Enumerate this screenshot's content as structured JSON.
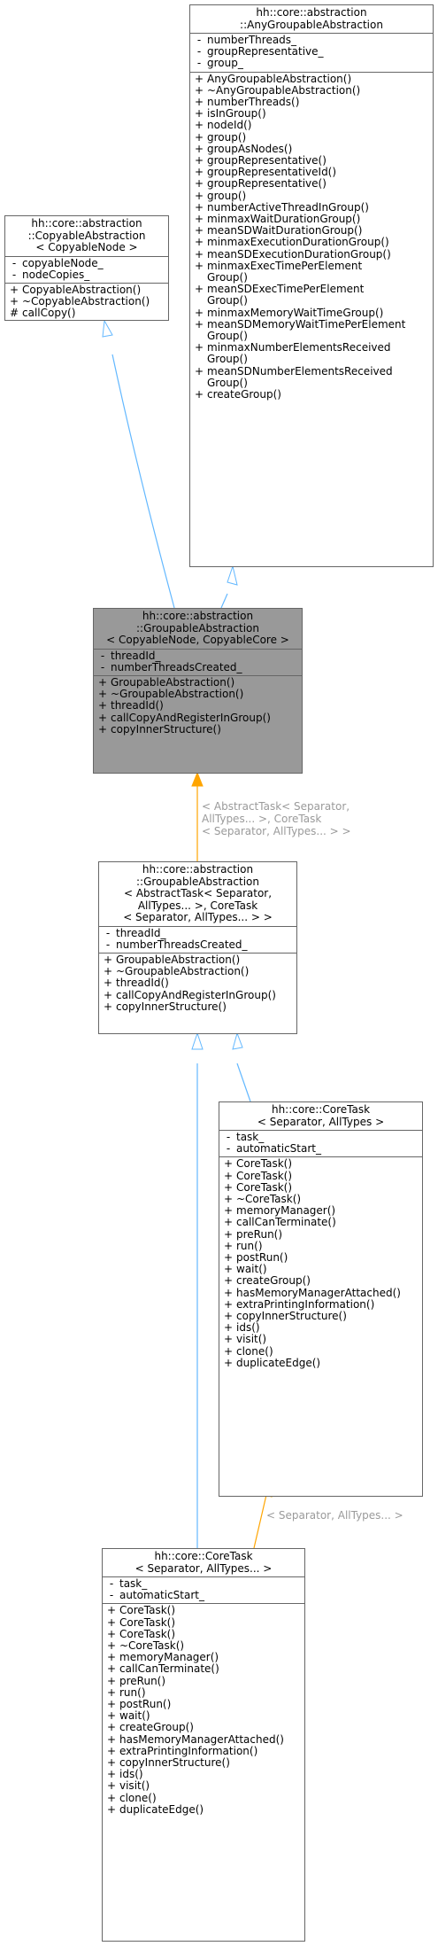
{
  "colors": {
    "inheritance_edge": "#63b8ff",
    "template_edge": "#ffa500",
    "box_border": "#666666",
    "highlight_fill": "#999999",
    "edge_label": "#9a9a9a"
  },
  "nodes": {
    "any_groupable": {
      "title": "hh::core::abstraction\n::AnyGroupableAbstraction",
      "attributes": [
        {
          "v": "-",
          "n": "numberThreads_"
        },
        {
          "v": "-",
          "n": "groupRepresentative_"
        },
        {
          "v": "-",
          "n": "group_"
        }
      ],
      "methods": [
        {
          "v": "+",
          "n": "AnyGroupableAbstraction()"
        },
        {
          "v": "+",
          "n": "~AnyGroupableAbstraction()"
        },
        {
          "v": "+",
          "n": "numberThreads()"
        },
        {
          "v": "+",
          "n": "isInGroup()"
        },
        {
          "v": "+",
          "n": "nodeId()"
        },
        {
          "v": "+",
          "n": "group()"
        },
        {
          "v": "+",
          "n": "groupAsNodes()"
        },
        {
          "v": "+",
          "n": "groupRepresentative()"
        },
        {
          "v": "+",
          "n": "groupRepresentativeId()"
        },
        {
          "v": "+",
          "n": "groupRepresentative()"
        },
        {
          "v": "+",
          "n": "group()"
        },
        {
          "v": "+",
          "n": "numberActiveThreadInGroup()"
        },
        {
          "v": "+",
          "n": "minmaxWaitDurationGroup()"
        },
        {
          "v": "+",
          "n": "meanSDWaitDurationGroup()"
        },
        {
          "v": "+",
          "n": "minmaxExecutionDurationGroup()"
        },
        {
          "v": "+",
          "n": "meanSDExecutionDurationGroup()"
        },
        {
          "v": "+",
          "n": "minmaxExecTimePerElement\nGroup()"
        },
        {
          "v": "+",
          "n": "meanSDExecTimePerElement\nGroup()"
        },
        {
          "v": "+",
          "n": "minmaxMemoryWaitTimeGroup()"
        },
        {
          "v": "+",
          "n": "meanSDMemoryWaitTimePerElement\nGroup()"
        },
        {
          "v": "+",
          "n": "minmaxNumberElementsReceived\nGroup()"
        },
        {
          "v": "+",
          "n": "meanSDNumberElementsReceived\nGroup()"
        },
        {
          "v": "+",
          "n": "createGroup()"
        }
      ]
    },
    "copyable": {
      "title": "hh::core::abstraction\n::CopyableAbstraction\n< CopyableNode >",
      "attributes": [
        {
          "v": "-",
          "n": "copyableNode_"
        },
        {
          "v": "-",
          "n": "nodeCopies_"
        }
      ],
      "methods": [
        {
          "v": "+",
          "n": "CopyableAbstraction()"
        },
        {
          "v": "+",
          "n": "~CopyableAbstraction()"
        },
        {
          "v": "#",
          "n": "callCopy()"
        }
      ]
    },
    "groupable_main": {
      "title": "hh::core::abstraction\n::GroupableAbstraction\n< CopyableNode, CopyableCore >",
      "attributes": [
        {
          "v": "-",
          "n": "threadId_"
        },
        {
          "v": "-",
          "n": "numberThreadsCreated_"
        }
      ],
      "methods": [
        {
          "v": "+",
          "n": "GroupableAbstraction()"
        },
        {
          "v": "+",
          "n": "~GroupableAbstraction()"
        },
        {
          "v": "+",
          "n": "threadId()"
        },
        {
          "v": "+",
          "n": "callCopyAndRegisterInGroup()"
        },
        {
          "v": "+",
          "n": "copyInnerStructure()"
        }
      ]
    },
    "groupable_inst": {
      "title": "hh::core::abstraction\n::GroupableAbstraction\n< AbstractTask< Separator,\n AllTypes... >, CoreTask\n< Separator, AllTypes... > >",
      "attributes": [
        {
          "v": "-",
          "n": "threadId_"
        },
        {
          "v": "-",
          "n": "numberThreadsCreated_"
        }
      ],
      "methods": [
        {
          "v": "+",
          "n": "GroupableAbstraction()"
        },
        {
          "v": "+",
          "n": "~GroupableAbstraction()"
        },
        {
          "v": "+",
          "n": "threadId()"
        },
        {
          "v": "+",
          "n": "callCopyAndRegisterInGroup()"
        },
        {
          "v": "+",
          "n": "copyInnerStructure()"
        }
      ]
    },
    "core_task": {
      "title": "hh::core::CoreTask\n< Separator, AllTypes >",
      "attributes": [
        {
          "v": "-",
          "n": "task_"
        },
        {
          "v": "-",
          "n": "automaticStart_"
        }
      ],
      "methods": [
        {
          "v": "+",
          "n": "CoreTask()"
        },
        {
          "v": "+",
          "n": "CoreTask()"
        },
        {
          "v": "+",
          "n": "CoreTask()"
        },
        {
          "v": "+",
          "n": "~CoreTask()"
        },
        {
          "v": "+",
          "n": "memoryManager()"
        },
        {
          "v": "+",
          "n": "callCanTerminate()"
        },
        {
          "v": "+",
          "n": "preRun()"
        },
        {
          "v": "+",
          "n": "run()"
        },
        {
          "v": "+",
          "n": "postRun()"
        },
        {
          "v": "+",
          "n": "wait()"
        },
        {
          "v": "+",
          "n": "createGroup()"
        },
        {
          "v": "+",
          "n": "hasMemoryManagerAttached()"
        },
        {
          "v": "+",
          "n": "extraPrintingInformation()"
        },
        {
          "v": "+",
          "n": "copyInnerStructure()"
        },
        {
          "v": "+",
          "n": "ids()"
        },
        {
          "v": "+",
          "n": "visit()"
        },
        {
          "v": "+",
          "n": "clone()"
        },
        {
          "v": "+",
          "n": "duplicateEdge()"
        }
      ]
    },
    "core_task_inst": {
      "title": "hh::core::CoreTask\n< Separator, AllTypes... >",
      "attributes": [
        {
          "v": "-",
          "n": "task_"
        },
        {
          "v": "-",
          "n": "automaticStart_"
        }
      ],
      "methods": [
        {
          "v": "+",
          "n": "CoreTask()"
        },
        {
          "v": "+",
          "n": "CoreTask()"
        },
        {
          "v": "+",
          "n": "CoreTask()"
        },
        {
          "v": "+",
          "n": "~CoreTask()"
        },
        {
          "v": "+",
          "n": "memoryManager()"
        },
        {
          "v": "+",
          "n": "callCanTerminate()"
        },
        {
          "v": "+",
          "n": "preRun()"
        },
        {
          "v": "+",
          "n": "run()"
        },
        {
          "v": "+",
          "n": "postRun()"
        },
        {
          "v": "+",
          "n": "wait()"
        },
        {
          "v": "+",
          "n": "createGroup()"
        },
        {
          "v": "+",
          "n": "hasMemoryManagerAttached()"
        },
        {
          "v": "+",
          "n": "extraPrintingInformation()"
        },
        {
          "v": "+",
          "n": "copyInnerStructure()"
        },
        {
          "v": "+",
          "n": "ids()"
        },
        {
          "v": "+",
          "n": "visit()"
        },
        {
          "v": "+",
          "n": "clone()"
        },
        {
          "v": "+",
          "n": "duplicateEdge()"
        }
      ]
    }
  },
  "edge_labels": {
    "groupable_template": "< AbstractTask< Separator,\nAllTypes... >, CoreTask\n< Separator, AllTypes... > >",
    "coretask_template": "< Separator, AllTypes... >"
  }
}
